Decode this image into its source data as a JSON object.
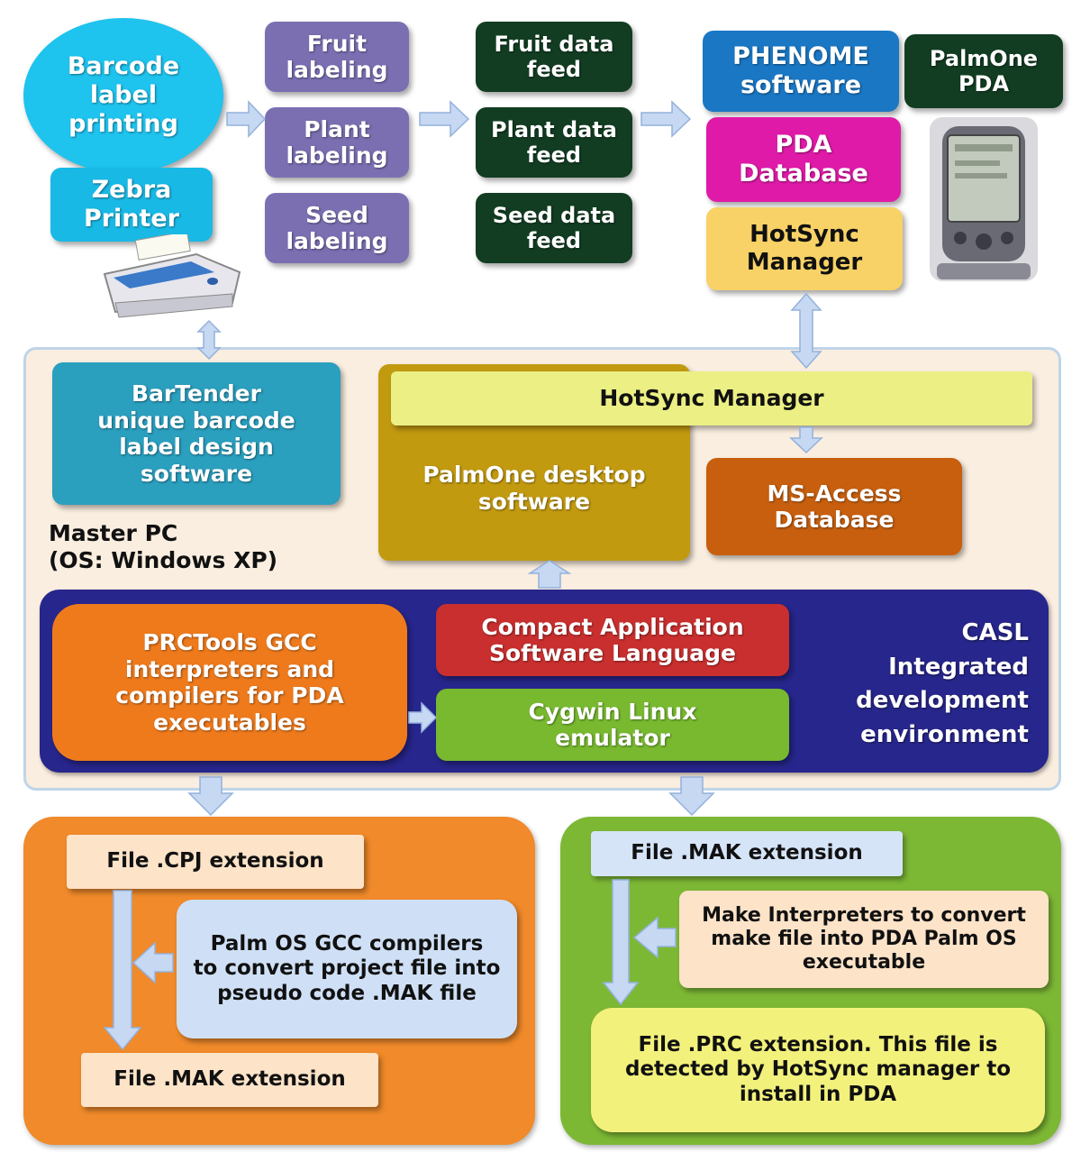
{
  "top": {
    "barcode": "Barcode\nlabel\nprinting",
    "zebra": "Zebra\nPrinter",
    "fruit_labeling": "Fruit\nlabeling",
    "plant_labeling": "Plant\nlabeling",
    "seed_labeling": "Seed\nlabeling",
    "fruit_feed": "Fruit data\nfeed",
    "plant_feed": "Plant data\nfeed",
    "seed_feed": "Seed data\nfeed",
    "phenome": "PHENOME\nsoftware",
    "pda_database": "PDA\nDatabase",
    "hotsync_top": "HotSync\nManager",
    "palmone_pda": "PalmOne\nPDA"
  },
  "master": {
    "bartender": "BarTender\nunique barcode\nlabel design\nsoftware",
    "hotsync": "HotSync Manager",
    "palmone_desktop": "PalmOne desktop\nsoftware",
    "msaccess": "MS-Access\nDatabase",
    "label": "Master PC\n(OS: Windows XP)"
  },
  "casl": {
    "prctools": "PRCTools GCC\ninterpreters and\ncompilers for PDA\nexecutables",
    "compact": "Compact Application\nSoftware Language",
    "cygwin": "Cygwin Linux\nemulator",
    "label": "CASL\nIntegrated\ndevelopment\nenvironment"
  },
  "left_panel": {
    "cpj": "File .CPJ extension",
    "palm_gcc": "Palm OS GCC compilers\nto convert project file into\npseudo code .MAK file",
    "mak": "File .MAK extension"
  },
  "right_panel": {
    "mak": "File .MAK extension",
    "make_interp": "Make Interpreters to convert\nmake file into PDA Palm OS\nexecutable",
    "prc": "File .PRC extension. This file is\ndetected by HotSync manager to\ninstall in PDA"
  },
  "colors": {
    "cyan": "#1ec3ee",
    "purple": "#7b6fb2",
    "dark_green": "#123d22",
    "blue": "#1a77c4",
    "magenta": "#e01aa8",
    "yellow": "#f8d266",
    "teal": "#2a9fbe",
    "lime": "#ecef84",
    "olive": "#c29a10",
    "rust": "#c75f0e",
    "navy": "#27268c",
    "orange": "#ef7a1c",
    "red": "#c92f2f",
    "green": "#78b92f",
    "arrow": "#c6d8f2"
  }
}
